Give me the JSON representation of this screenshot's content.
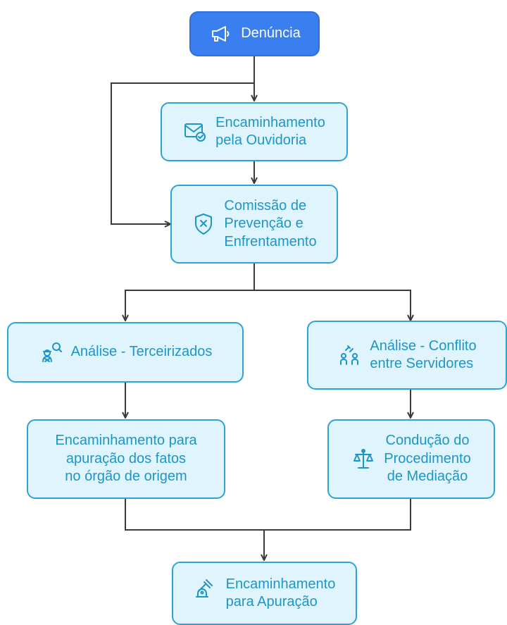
{
  "nodes": {
    "denuncia": {
      "label": "Denúncia",
      "icon": "megaphone-icon"
    },
    "ouvidoria": {
      "label": "Encaminhamento\npela Ouvidoria",
      "icon": "mail-check-icon"
    },
    "comissao": {
      "label": "Comissão de\nPrevenção e\nEnfrentamento",
      "icon": "shield-x-icon"
    },
    "terceirizados": {
      "label": "Análise - Terceirizados",
      "icon": "worker-search-icon"
    },
    "conflito": {
      "label": "Análise - Conflito\nentre Servidores",
      "icon": "people-conflict-icon"
    },
    "orgao_origem": {
      "label": "Encaminhamento para\napuração dos fatos\nno órgão de origem",
      "icon": ""
    },
    "mediacao": {
      "label": "Condução do\nProcedimento\nde Mediação",
      "icon": "scales-icon"
    },
    "apuracao": {
      "label": "Encaminhamento\npara Apuração",
      "icon": "gavel-icon"
    }
  },
  "colors": {
    "primary_fill": "#3a7ff0",
    "node_fill": "#dff4fc",
    "node_border": "#2ea3d6",
    "node_text": "#1e95c8",
    "connector": "#3a3a3a"
  }
}
